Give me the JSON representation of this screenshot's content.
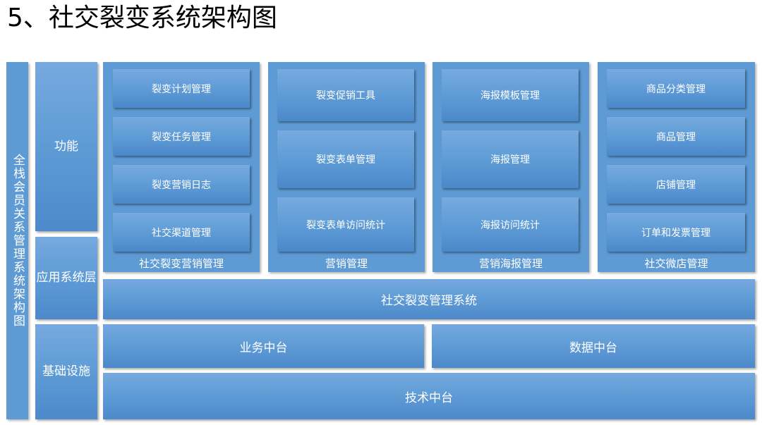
{
  "title": "5、社交裂变系统架构图",
  "side_bar": {
    "label": "全栈会员关系管理系统架构图"
  },
  "layers": [
    {
      "label": "功能"
    },
    {
      "label": "应用系统层"
    },
    {
      "label": "基础设施"
    }
  ],
  "groups": [
    {
      "caption": "社交裂变营销管理",
      "items": [
        {
          "label": "裂变计划管理"
        },
        {
          "label": "裂变任务管理"
        },
        {
          "label": "裂变营销日志"
        },
        {
          "label": "社交渠道管理"
        }
      ]
    },
    {
      "caption": "营销管理",
      "items": [
        {
          "label": "裂变促销工具"
        },
        {
          "label": "裂变表单管理"
        },
        {
          "label": "裂变表单访问统计"
        }
      ]
    },
    {
      "caption": "营销海报管理",
      "items": [
        {
          "label": "海报模板管理"
        },
        {
          "label": "海报管理"
        },
        {
          "label": "海报访问统计"
        }
      ]
    },
    {
      "caption": "社交微店管理",
      "items": [
        {
          "label": "商品分类管理"
        },
        {
          "label": "商品管理"
        },
        {
          "label": "店铺管理"
        },
        {
          "label": "订单和发票管理"
        }
      ]
    }
  ],
  "platform_bars": {
    "application_system": "社交裂变管理系统",
    "business_middle": "业务中台",
    "data_middle": "数据中台",
    "technology_middle": "技术中台"
  },
  "colors": {
    "panel_blue": "#5e9bd5",
    "panel_blue_light": "#77aae0",
    "panel_blue_dark": "#4b88ca",
    "text_on_panel": "#ffffff",
    "title_text": "#000000",
    "background": "#ffffff"
  }
}
